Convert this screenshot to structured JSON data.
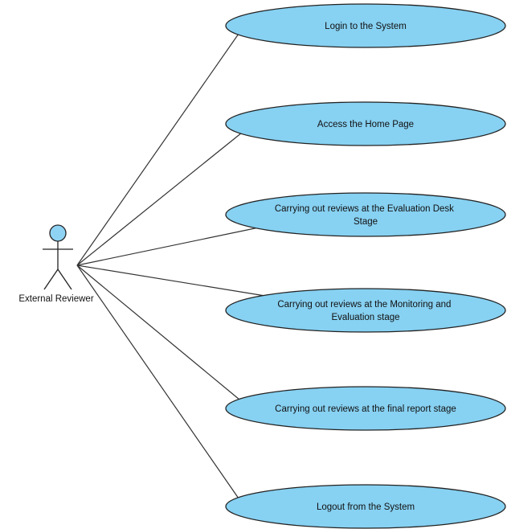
{
  "actor": {
    "name": "External Reviewer",
    "head_color": "#8fd3f4"
  },
  "use_cases": [
    {
      "lines": [
        "Login to the System"
      ]
    },
    {
      "lines": [
        "Access the Home Page"
      ]
    },
    {
      "lines": [
        "Carrying out reviews at the Evaluation Desk",
        "Stage"
      ]
    },
    {
      "lines": [
        "Carrying out reviews at the Monitoring and",
        "Evaluation stage"
      ]
    },
    {
      "lines": [
        "Carrying out reviews at the final report stage"
      ]
    },
    {
      "lines": [
        "Logout from the System"
      ]
    }
  ],
  "colors": {
    "use_case_fill": "#87d1f2",
    "outline": "#222222",
    "association": "#333333"
  }
}
